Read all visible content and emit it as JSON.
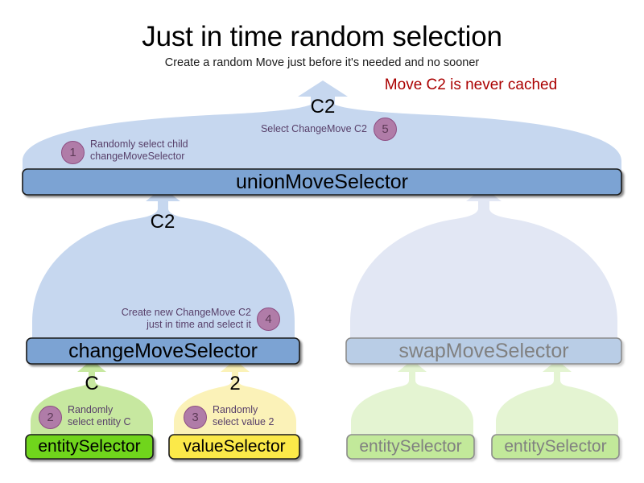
{
  "header": {
    "title": "Just in time random selection",
    "subtitle": "Create a random Move just before it's needed and no sooner",
    "note": "Move C2 is never cached",
    "note_color": "#aa0000"
  },
  "colors": {
    "dome_blue": "#c6d7ef",
    "dome_blue_faded": "#e2e7f4",
    "bar_blue": "#7ba3d3",
    "bar_blue_faded": "#b9cde6",
    "dome_green": "#c7e8a0",
    "dome_green_faded": "#e4f4d2",
    "bar_green": "#6fd51f",
    "bar_green_faded": "#c2e99a",
    "dome_yellow": "#fbf2b8",
    "bar_yellow": "#fbe94a",
    "badge_fill": "#b07ca8",
    "badge_border": "#8e4e83",
    "anno_text": "#58406a",
    "outline": "#1a1a1a",
    "outline_faded": "#8c8c8c"
  },
  "nodes": {
    "union_move_selector": {
      "label": "unionMoveSelector",
      "move_label": "C2"
    },
    "change_move_selector": {
      "label": "changeMoveSelector",
      "move_label": "C2"
    },
    "swap_move_selector": {
      "label": "swapMoveSelector"
    },
    "entity_selector_left": {
      "label": "entitySelector",
      "move_label": "C"
    },
    "value_selector": {
      "label": "valueSelector",
      "move_label": "2"
    },
    "entity_selector_swap_a": {
      "label": "entitySelector"
    },
    "entity_selector_swap_b": {
      "label": "entitySelector"
    }
  },
  "annotations": [
    {
      "number": "1",
      "line1": "Randomly select child",
      "line2": "changeMoveSelector"
    },
    {
      "number": "2",
      "line1": "Randomly",
      "line2": "select entity C"
    },
    {
      "number": "3",
      "line1": "Randomly",
      "line2": "select value 2"
    },
    {
      "number": "4",
      "line1": "Create new ChangeMove C2",
      "line2": "just in time and select it"
    },
    {
      "number": "5",
      "line1": "Select ChangeMove C2",
      "line2": ""
    }
  ]
}
